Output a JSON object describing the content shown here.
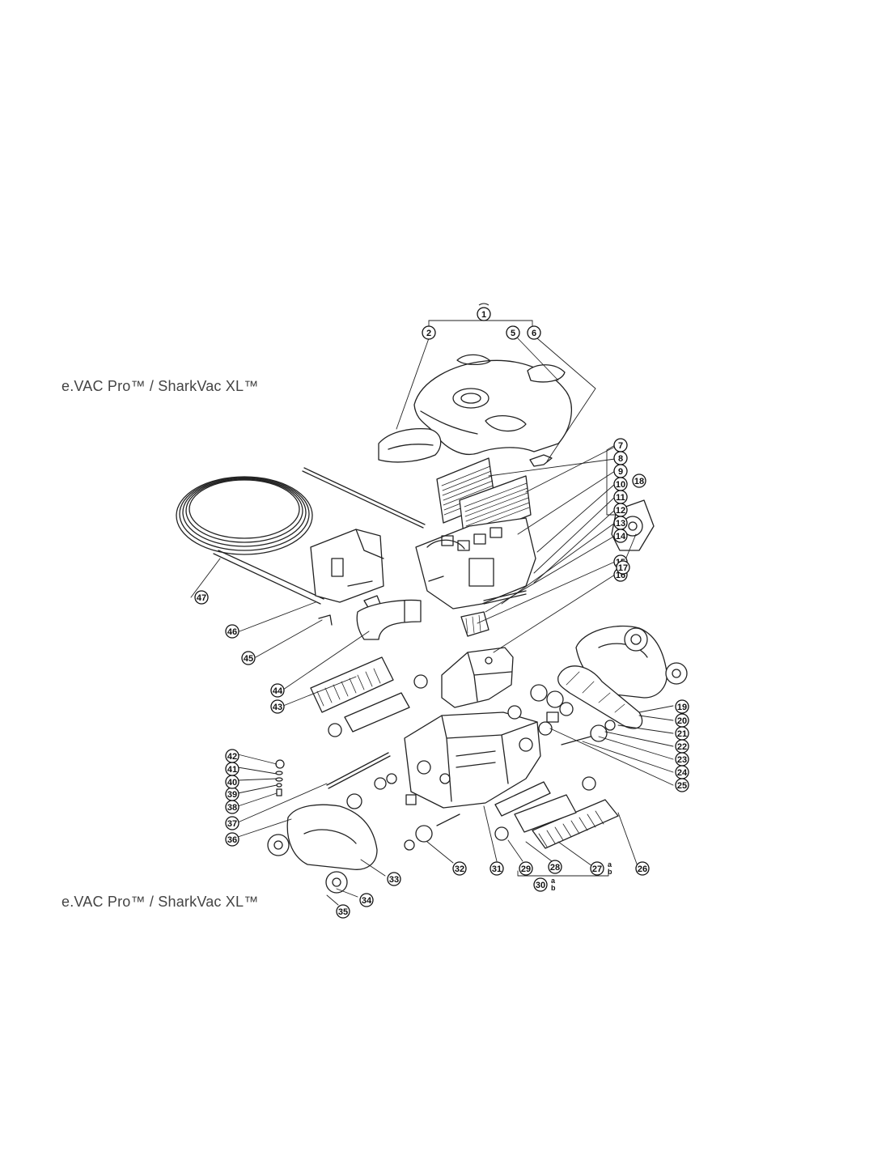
{
  "titles": {
    "top": "e.VAC Pro™ / SharkVac XL™",
    "bottom": "e.VAC Pro™ / SharkVac XL™"
  },
  "callouts": [
    {
      "n": "1"
    },
    {
      "n": "2"
    },
    {
      "n": "5"
    },
    {
      "n": "6"
    },
    {
      "n": "7"
    },
    {
      "n": "8"
    },
    {
      "n": "9"
    },
    {
      "n": "10"
    },
    {
      "n": "11"
    },
    {
      "n": "12"
    },
    {
      "n": "13"
    },
    {
      "n": "14"
    },
    {
      "n": "15"
    },
    {
      "n": "16"
    },
    {
      "n": "17"
    },
    {
      "n": "18"
    },
    {
      "n": "19"
    },
    {
      "n": "20"
    },
    {
      "n": "21"
    },
    {
      "n": "22"
    },
    {
      "n": "23"
    },
    {
      "n": "24"
    },
    {
      "n": "25"
    },
    {
      "n": "26"
    },
    {
      "n": "27"
    },
    {
      "n": "28"
    },
    {
      "n": "29"
    },
    {
      "n": "30"
    },
    {
      "n": "31"
    },
    {
      "n": "32"
    },
    {
      "n": "33"
    },
    {
      "n": "34"
    },
    {
      "n": "35"
    },
    {
      "n": "36"
    },
    {
      "n": "37"
    },
    {
      "n": "38"
    },
    {
      "n": "39"
    },
    {
      "n": "40"
    },
    {
      "n": "41"
    },
    {
      "n": "42"
    },
    {
      "n": "43"
    },
    {
      "n": "44"
    },
    {
      "n": "45"
    },
    {
      "n": "46"
    },
    {
      "n": "47"
    }
  ],
  "sub_labels": {
    "27": [
      "a",
      "b"
    ],
    "30": [
      "a",
      "b"
    ]
  }
}
